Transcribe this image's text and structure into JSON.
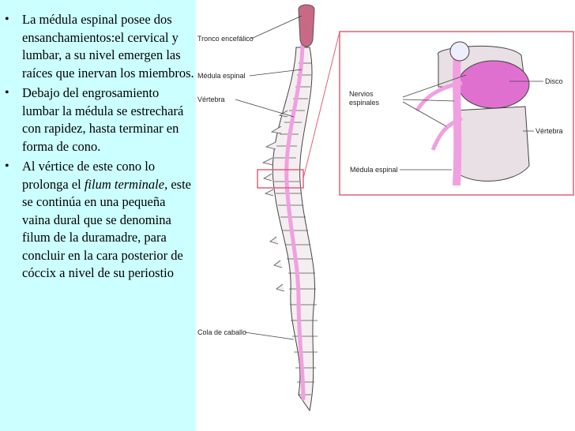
{
  "bullets": [
    {
      "text": "La médula espinal posee dos ensanchamientos:el cervical y lumbar, a su nivel emergen las raíces que inervan los miembros."
    },
    {
      "text": "Debajo del engrosamiento lumbar la médula se estrechará con rapidez, hasta terminar en forma de cono."
    },
    {
      "before": "Al vértice de este cono lo prolonga el ",
      "italic": "filum terminale",
      "after": ", este se continúa en una pequeña vaina dural que se denomina filum de la duramadre, para concluir en la cara posterior de cóccix a nivel de su periostio"
    }
  ],
  "labels": {
    "tronco": "Tronco encefálico",
    "medula": "Médula espinal",
    "vertebra": "Vértebra",
    "cola": "Cola de caballo",
    "nervios_line1": "Nervios",
    "nervios_line2": "espinales",
    "disco": "Disco",
    "vertebra_detail": "Vértebra",
    "medula_detail": "Médula espinal"
  },
  "colors": {
    "panel_bg": "#ccffff",
    "highlight_box": "#e0607a",
    "cord_pink": "#f0a0e0",
    "disc_magenta": "#e070d0"
  }
}
